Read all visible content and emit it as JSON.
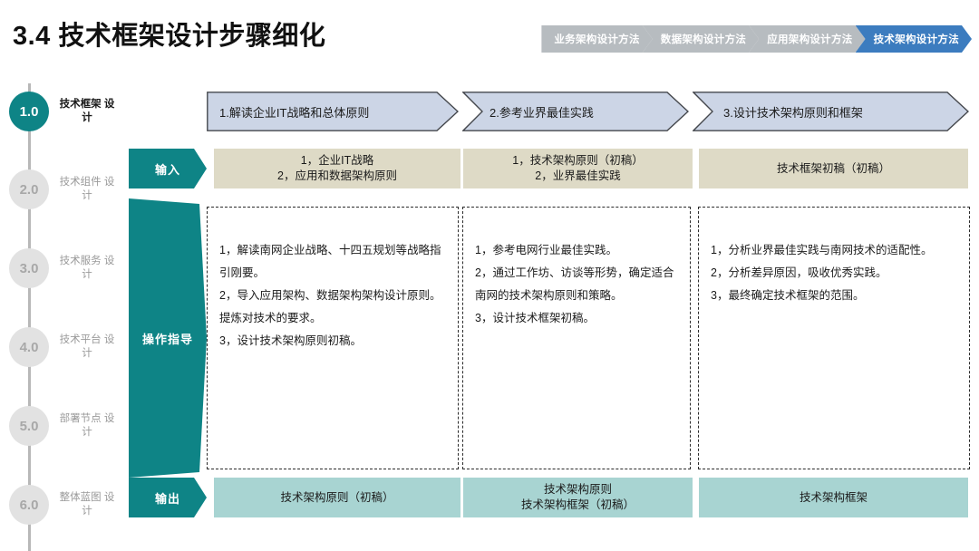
{
  "page_title": "3.4 技术框架设计步骤细化",
  "colors": {
    "teal": "#0e8486",
    "teal_light": "#a8d4d2",
    "beige": "#dedac6",
    "step_header": "#ccd5e6",
    "breadcrumb_active": "#3c7cbf",
    "breadcrumb_inactive": "#b7bcc0",
    "rail_inactive": "#e2e2e2"
  },
  "breadcrumb": {
    "items": [
      {
        "label": "业务架构设计方法",
        "active": false
      },
      {
        "label": "数据架构设计方法",
        "active": false
      },
      {
        "label": "应用架构设计方法",
        "active": false
      },
      {
        "label": "技术架构设计方法",
        "active": true
      }
    ]
  },
  "sidebar": {
    "items": [
      {
        "number": "1.0",
        "label": "技术框架\n设计",
        "active": true
      },
      {
        "number": "2.0",
        "label": "技术组件\n设计",
        "active": false
      },
      {
        "number": "3.0",
        "label": "技术服务\n设计",
        "active": false
      },
      {
        "number": "4.0",
        "label": "技术平台\n设计",
        "active": false
      },
      {
        "number": "5.0",
        "label": "部署节点\n设计",
        "active": false
      },
      {
        "number": "6.0",
        "label": "整体蓝图\n设计",
        "active": false
      }
    ]
  },
  "row_labels": {
    "input": "输入",
    "guidance": "操作指导",
    "output": "输出"
  },
  "steps": [
    {
      "header": "1.解读企业IT战略和总体原则",
      "input": "1，企业IT战略\n2，应用和数据架构原则",
      "guidance": "1，解读南网企业战略、十四五规划等战略指引刚要。\n2，导入应用架构、数据架构架构设计原则。提炼对技术的要求。\n3，设计技术架构原则初稿。",
      "output": "技术架构原则（初稿）"
    },
    {
      "header": "2.参考业界最佳实践",
      "input": "1，技术架构原则（初稿）\n2，业界最佳实践",
      "guidance": "1，参考电网行业最佳实践。\n2，通过工作坊、访谈等形势，确定适合南网的技术架构原则和策略。\n3，设计技术框架初稿。",
      "output": "技术架构原则\n技术架构框架（初稿）"
    },
    {
      "header": "3.设计技术架构原则和框架",
      "input": "技术框架初稿（初稿）",
      "guidance": "1，分析业界最佳实践与南网技术的适配性。\n2，分析差异原因，吸收优秀实践。\n3，最终确定技术框架的范围。",
      "output": "技术架构框架"
    }
  ]
}
